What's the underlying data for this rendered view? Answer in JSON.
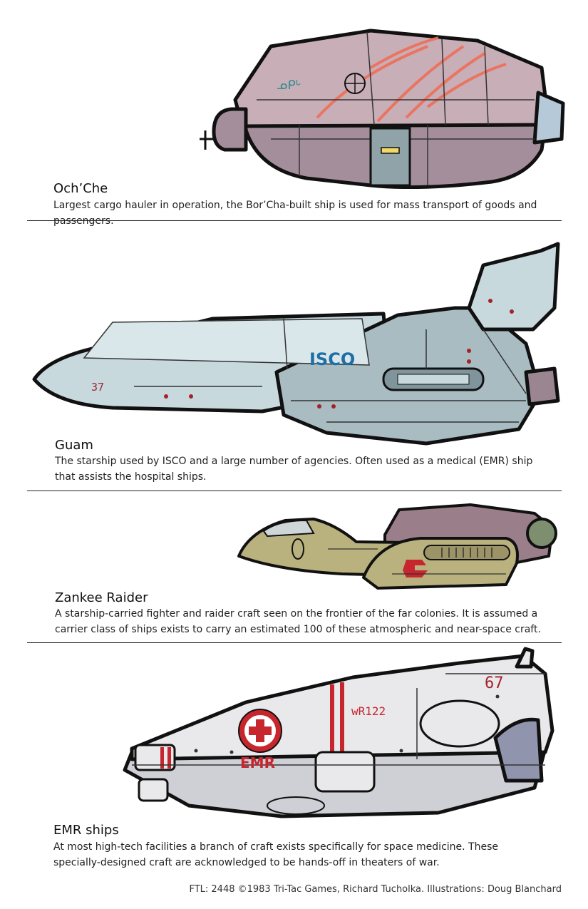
{
  "ships": [
    {
      "name": "Och’Che",
      "description": "Largest cargo hauler in operation, the Bor’Cha-built ship is used for mass transport of goods and passengers.",
      "hull_marking": "ᓄᑭᒡ",
      "colors": {
        "hull": "#c7aeb7",
        "accent": "#ef6e57",
        "dark": "#a58e9b",
        "windows": "#b6c9d8"
      }
    },
    {
      "name": "Guam",
      "description": "The starship used by ISCO and a large number of agencies. Often used as a medical (EMR) ship that assists the hospital ships.",
      "hull_marking": "ISCO",
      "hull_number": "37",
      "colors": {
        "hull": "#c8d9de",
        "logo": "#1f6fa5",
        "dark": "#8fa6ad",
        "number": "#a3222a"
      }
    },
    {
      "name": "Zankee Raider",
      "description": "A starship-carried fighter and raider craft seen on the frontier of the far colonies. It is assumed a carrier class of ships exists to carry an estimated 100 of these atmospheric and near-space craft.",
      "colors": {
        "hull": "#b9b27e",
        "dark": "#9c9467",
        "machinery": "#9a7f8a",
        "emblem": "#c8262e"
      }
    },
    {
      "name": "EMR ships",
      "description": "At most high-tech facilities a branch of craft exists specifically for space medicine. These specially-designed craft are acknowledged to be hands-off in theaters of war.",
      "hull_marking": "EMR",
      "registry": "wR122",
      "hull_number": "67",
      "colors": {
        "hull": "#e9e9ec",
        "stripe": "#c8262e",
        "shadow": "#cfd0d6",
        "engine": "#9094ad"
      }
    }
  ],
  "credit": "FTL: 2448 ©1983 Tri-Tac Games, Richard Tucholka. Illustrations: Doug Blanchard"
}
